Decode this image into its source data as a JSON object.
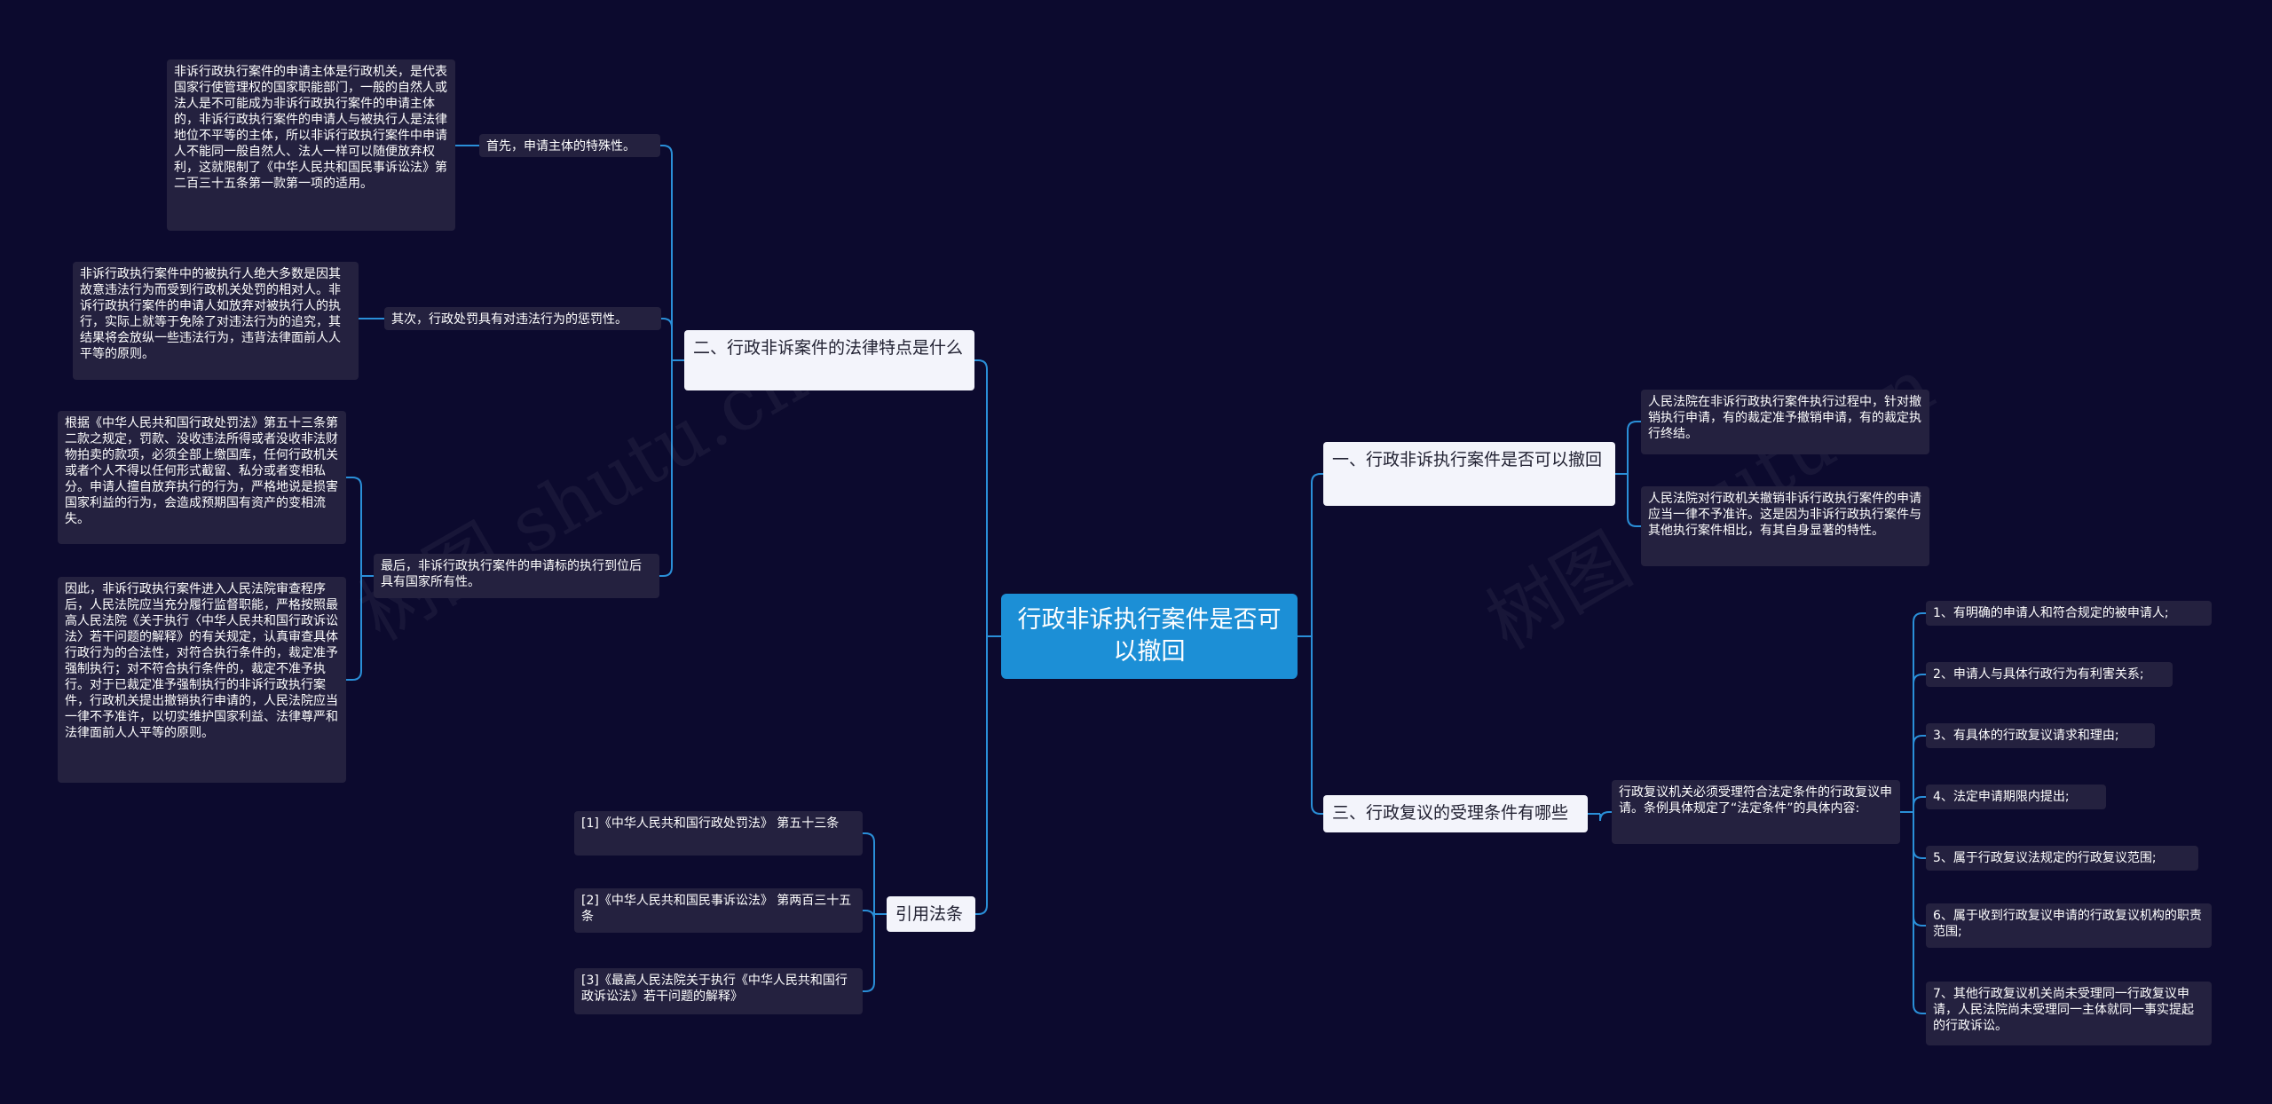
{
  "root": {
    "label": "行政非诉执行案件是否可以撤回"
  },
  "branches": {
    "b1": {
      "label": "二、行政非诉案件的法律特点是什么",
      "items": [
        {
          "label": "首先，申请主体的特殊性。",
          "children": [
            "非诉行政执行案件的申请主体是行政机关，是代表国家行使管理权的国家职能部门，一般的自然人或法人是不可能成为非诉行政执行案件的申请主体的，非诉行政执行案件的申请人与被执行人是法律地位不平等的主体，所以非诉行政执行案件中申请人不能同一般自然人、法人一样可以随便放弃权利，这就限制了《中华人民共和国民事诉讼法》第二百三十五条第一款第一项的适用。"
          ]
        },
        {
          "label": "其次，行政处罚具有对违法行为的惩罚性。",
          "children": [
            "非诉行政执行案件中的被执行人绝大多数是因其故意违法行为而受到行政机关处罚的相对人。非诉行政执行案件的申请人如放弃对被执行人的执行，实际上就等于免除了对违法行为的追究，其结果将会放纵一些违法行为，违背法律面前人人平等的原则。"
          ]
        },
        {
          "label": "最后，非诉行政执行案件的申请标的执行到位后具有国家所有性。",
          "children": [
            "根据《中华人民共和国行政处罚法》第五十三条第二款之规定，罚款、没收违法所得或者没收非法财物拍卖的款项，必须全部上缴国库，任何行政机关或者个人不得以任何形式截留、私分或者变相私分。申请人擅自放弃执行的行为，严格地说是损害国家利益的行为，会造成预期国有资产的变相流失。",
            "因此，非诉行政执行案件进入人民法院审查程序后，人民法院应当充分履行监督职能，严格按照最高人民法院《关于执行〈中华人民共和国行政诉讼法〉若干问题的解释》的有关规定，认真审查具体行政行为的合法性，对符合执行条件的，裁定准予强制执行；对不符合执行条件的，裁定不准予执行。对于已裁定准予强制执行的非诉行政执行案件，行政机关提出撤销执行申请的，人民法院应当一律不予准许，以切实维护国家利益、法律尊严和法律面前人人平等的原则。"
          ]
        }
      ]
    },
    "b2": {
      "label": "引用法条",
      "items": [
        "[1]《中华人民共和国行政处罚法》 第五十三条",
        "[2]《中华人民共和国民事诉讼法》 第两百三十五条",
        "[3]《最高人民法院关于执行《中华人民共和国行政诉讼法》若干问题的解释》"
      ]
    },
    "b3": {
      "label": "一、行政非诉执行案件是否可以撤回",
      "items": [
        "人民法院在非诉行政执行案件执行过程中，针对撤销执行申请，有的裁定准予撤销申请，有的裁定执行终结。",
        "人民法院对行政机关撤销非诉行政执行案件的申请应当一律不予准许。这是因为非诉行政执行案件与其他执行案件相比，有其自身显著的特性。"
      ]
    },
    "b4": {
      "label": "三、行政复议的受理条件有哪些",
      "middle": "行政复议机关必须受理符合法定条件的行政复议申请。条例具体规定了“法定条件”的具体内容:",
      "items": [
        "1、有明确的申请人和符合规定的被申请人;",
        "2、申请人与具体行政行为有利害关系;",
        "3、有具体的行政复议请求和理由;",
        "4、法定申请期限内提出;",
        "5、属于行政复议法规定的行政复议范围;",
        "6、属于收到行政复议申请的行政复议机构的职责范围;",
        "7、其他行政复议机关尚未受理同一行政复议申请，人民法院尚未受理同一主体就同一事实提起的行政诉讼。"
      ]
    }
  },
  "watermark": [
    "树图 shutu.cn",
    "树图 shutu.cn"
  ],
  "colors": {
    "background": "#0c0a2e",
    "line": "#2a8fd8",
    "root": "#1c8fd6",
    "branch": "#f3f4fb",
    "leaf": "#24213f"
  }
}
